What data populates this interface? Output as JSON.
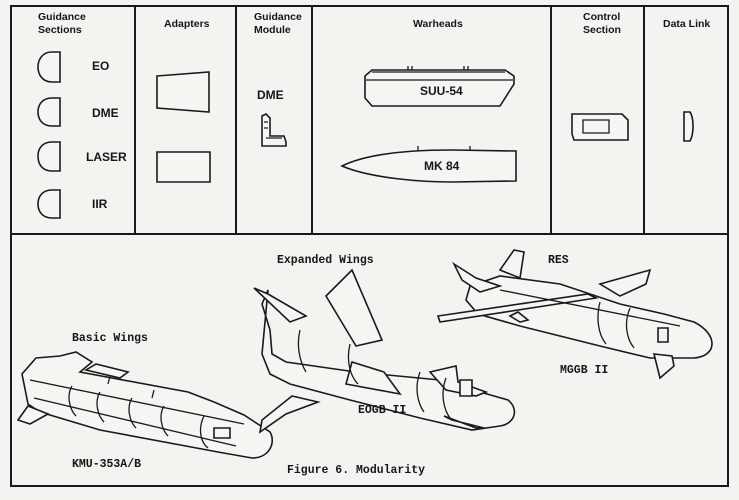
{
  "top_panel": {
    "headers": {
      "guidance_sections": "Guidance Sections",
      "adapters": "Adapters",
      "guidance_module": "Guidance Module",
      "warheads": "Warheads",
      "control_section": "Control Section",
      "data_link": "Data Link"
    },
    "guidance_items": [
      "EO",
      "DME",
      "LASER",
      "IIR"
    ],
    "guidance_module_label": "DME",
    "warheads": [
      "SUU-54",
      "MK 84"
    ]
  },
  "bottom_panel": {
    "labels": {
      "basic_wings": "Basic Wings",
      "expanded_wings": "Expanded Wings",
      "res": "RES",
      "kmu": "KMU-353A/B",
      "eogb": "EOGB II",
      "mggb": "MGGB II"
    },
    "caption": "Figure 6.  Modularity"
  }
}
